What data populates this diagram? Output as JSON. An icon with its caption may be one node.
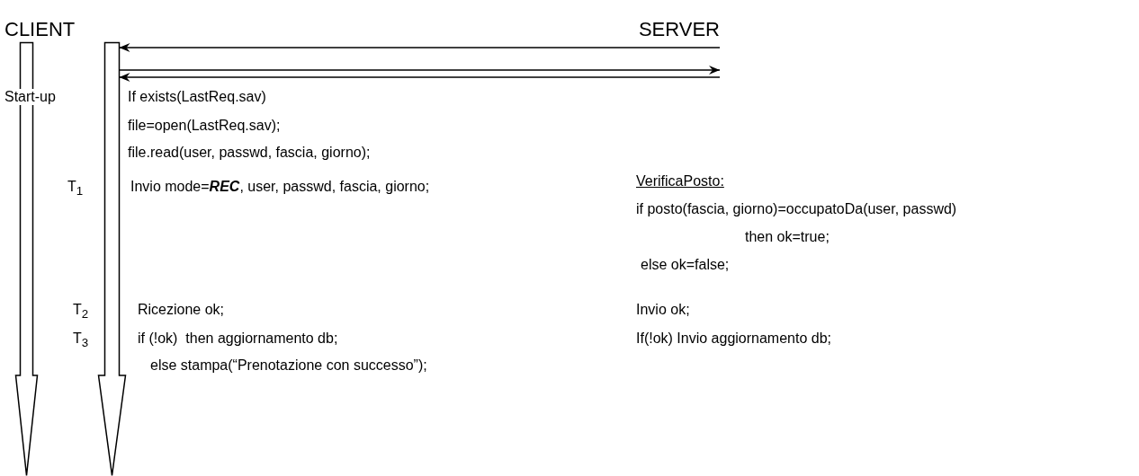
{
  "diagram": {
    "nodes": [
      {
        "text": [],
        "shape": "arrow"
      },
      {
        "text": [],
        "shape": "arrow"
      }
    ],
    "edges": [
      {
        "from": null,
        "to": 1,
        "arrow": "to"
      },
      {
        "from": 1,
        "to": null,
        "arrow": "to"
      },
      {
        "from": null,
        "to": 1,
        "arrow": "to"
      }
    ],
    "labels": [
      "CLIENT",
      "SERVER",
      "Start-up",
      "If exists(LastReq.sav)",
      "file=open(LastReq.sav);",
      "file.read(user, passwd, fascia, giorno);",
      "T$_{1}$",
      "Invio mode=**REC**, user, passwd, fascia, giorno;",
      "VerificaPosto:",
      "if posto(fascia, giorno)=occupatoDa(user, passwd)",
      "then ok=true;",
      "else ok=false;",
      "T$_{2}$",
      "Ricezione ok;",
      "Invio ok;",
      "T$_{3}$",
      "if (!ok)  then aggiornamento db;",
      "If(!ok) Invio aggiornamento db;",
      "else stampa(“Prenotazione con successo”);"
    ]
  }
}
